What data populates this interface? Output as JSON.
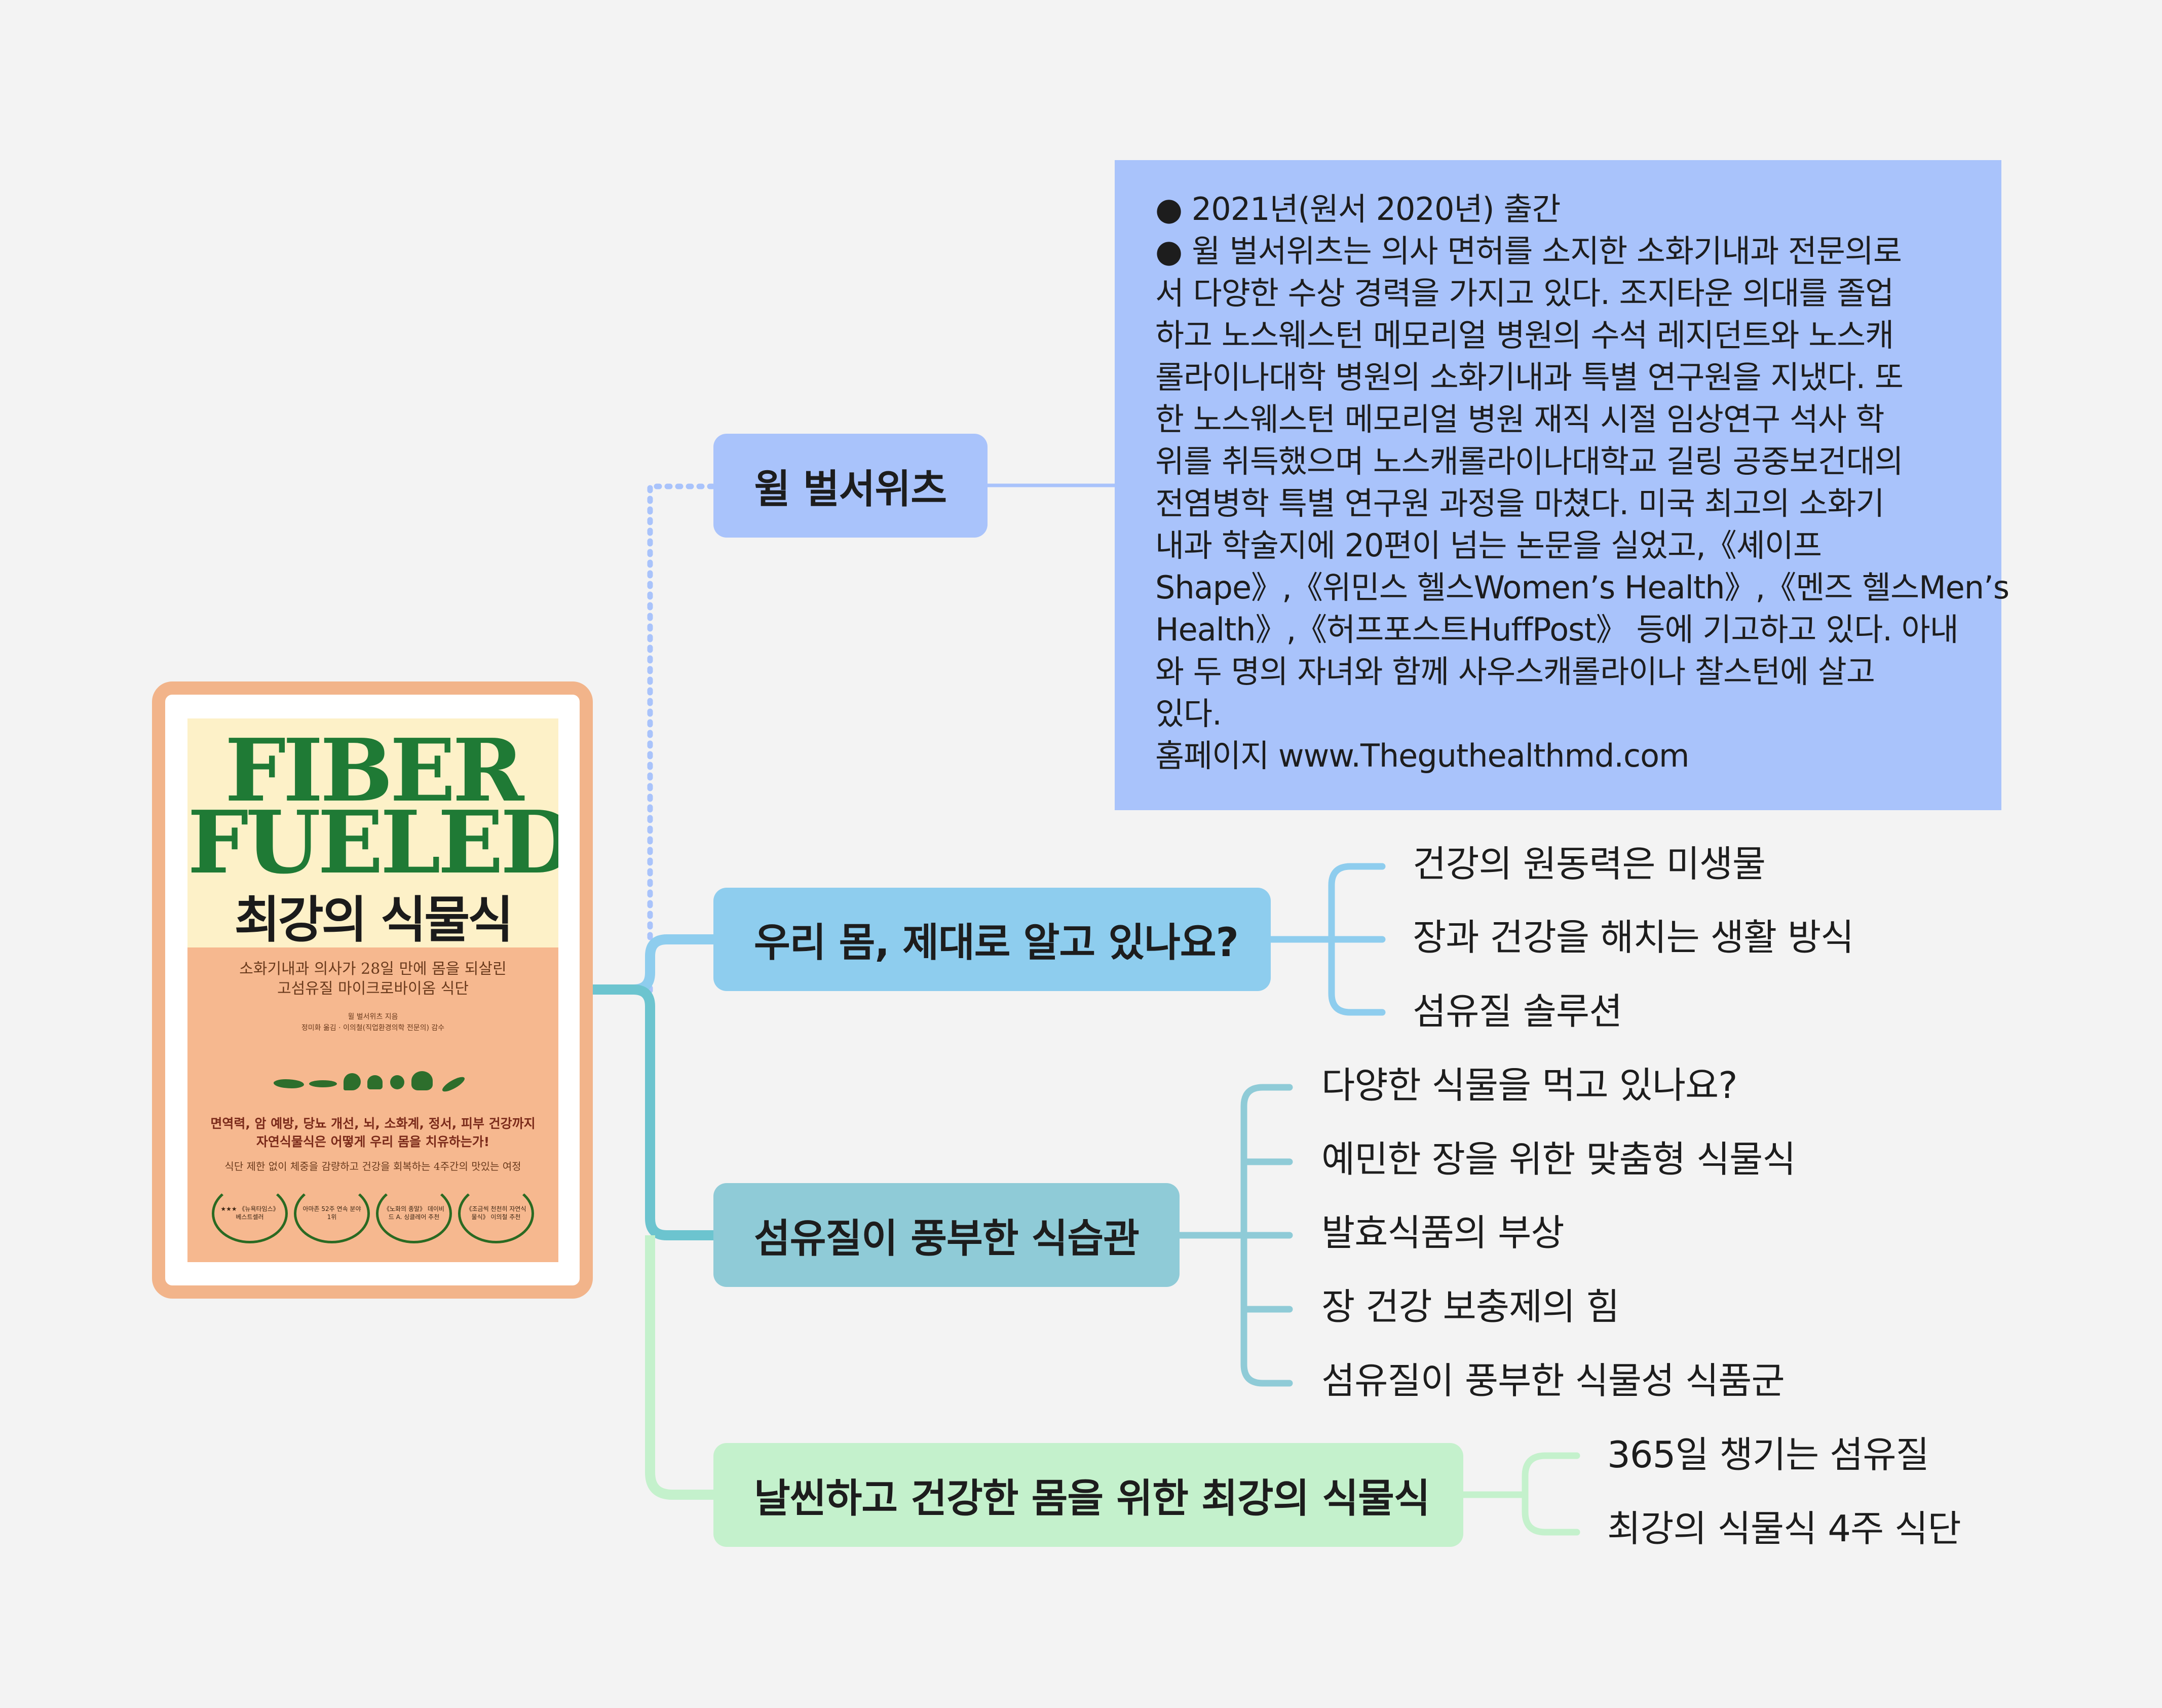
{
  "central": {
    "cover_title_en": [
      "FIBER",
      "FUELED"
    ],
    "cover_title_ko": "최강의 식물식",
    "cover_subtitle": [
      "소화기내과 의사가 28일 만에 몸을 되살린",
      "고섬유질 마이크로바이옴 식단"
    ],
    "cover_author": [
      "윌 벌서위츠 지음",
      "정미화 옮김 · 이의철(직업환경의학 전문의) 감수"
    ],
    "cover_promo": [
      "면역력, 암 예방, 당뇨 개선, 뇌, 소화계, 정서, 피부 건강까지",
      "자연식물식은 어떻게 우리 몸을 치유하는가!"
    ],
    "cover_tagline": "식단 제한 없이 체중을 감량하고 건강을 회복하는 4주간의 맛있는 여정",
    "cover_badges": [
      "★★★ 《뉴욕타임스》 베스트셀러",
      "아마존 52주 연속 분야 1위",
      "《노화의 종말》 데이비드 A. 싱클레어 추천",
      "《조금씩 천천히 자연식물식》 이의철 추천"
    ]
  },
  "branches": [
    {
      "label": "윌 벌서위츠",
      "info_lines": [
        "● 2021년(원서 2020년) 출간",
        "● 윌 벌서위츠는 의사 면허를 소지한 소화기내과 전문의로",
        "서 다양한 수상 경력을 가지고 있다. 조지타운 의대를 졸업",
        "하고 노스웨스턴 메모리얼 병원의 수석 레지던트와 노스캐",
        "롤라이나대학 병원의 소화기내과 특별 연구원을 지냈다. 또",
        "한 노스웨스턴 메모리얼 병원 재직 시절 임상연구 석사 학",
        "위를 취득했으며 노스캐롤라이나대학교 길링 공중보건대의",
        "전염병학 특별 연구원 과정을 마쳤다. 미국 최고의 소화기",
        "내과 학술지에 20편이 넘는 논문을 실었고,《셰이프",
        "Shape》,《위민스 헬스Women’s Health》,《멘즈 헬스Men’s",
        "Health》,《허프포스트HuffPost》 등에 기고하고 있다. 아내",
        "와 두 명의 자녀와 함께 사우스캐롤라이나 찰스턴에 살고",
        "있다.",
        "홈페이지 www.Theguthealthmd.com"
      ]
    },
    {
      "label": "우리 몸, 제대로 알고 있나요?",
      "children": [
        "건강의 원동력은 미생물",
        "장과 건강을 해치는 생활 방식",
        "섬유질 솔루션"
      ]
    },
    {
      "label": "섬유질이 풍부한 식습관",
      "children": [
        "다양한 식물을 먹고 있나요?",
        "예민한 장을 위한 맞춤형 식물식",
        "발효식품의 부상",
        "장 건강 보충제의 힘",
        "섬유질이 풍부한 식물성 식품군"
      ]
    },
    {
      "label": "날씬하고 건강한 몸을 위한 최강의 식물식",
      "children": [
        "365일 챙기는 섬유질",
        "최강의 식물식 4주 식단"
      ]
    }
  ],
  "colors": {
    "background": "#f3f3f3",
    "cover_frame": "#f2b48a",
    "author_branch": "#a9c3fb",
    "body_branch": "#8ecdee",
    "fiber_branch": "#8fcbd7",
    "diet_branch": "#c4f1cc"
  }
}
